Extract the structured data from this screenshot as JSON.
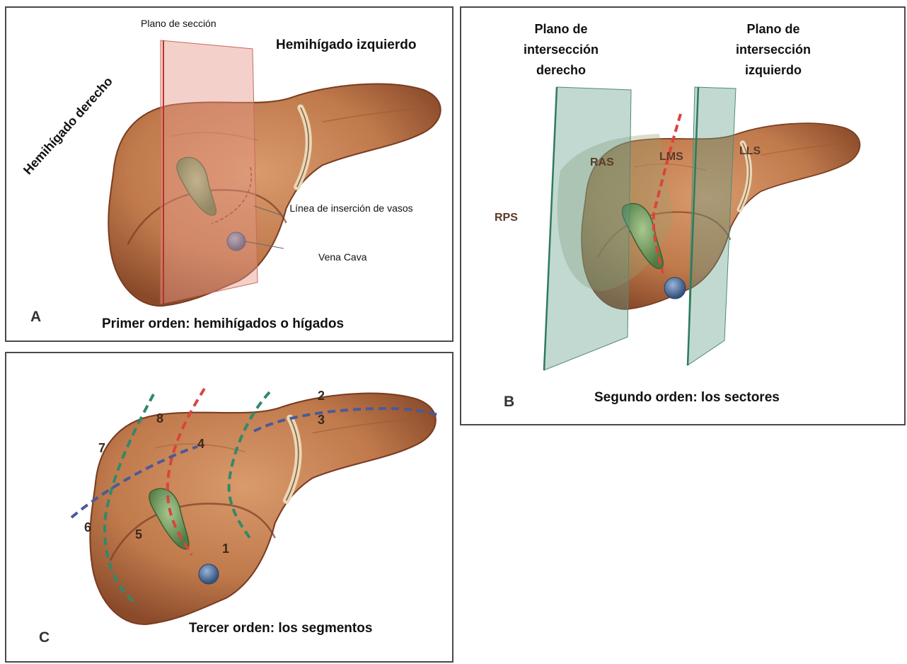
{
  "panel_a": {
    "letter": "A",
    "plane_label": "Plano de sección",
    "left_liver": "Hemihígado izquierdo",
    "right_liver": "Hemihígado derecho",
    "insertion_line": "Línea de inserción de vasos",
    "vena_cava": "Vena Cava",
    "caption": "Primer orden: hemihígados o hígados"
  },
  "panel_b": {
    "letter": "B",
    "right_plane": "Plano de intersección derecho",
    "left_plane": "Plano de intersección izquierdo",
    "sectors": {
      "rps": "RPS",
      "ras": "RAS",
      "lms": "LMS",
      "lls": "LLS"
    },
    "caption": "Segundo orden: los sectores"
  },
  "panel_c": {
    "letter": "C",
    "segments": {
      "s1": "1",
      "s2": "2",
      "s3": "3",
      "s4": "4",
      "s5": "5",
      "s6": "6",
      "s7": "7",
      "s8": "8"
    },
    "caption": "Tercer orden: los segmentos"
  },
  "colors": {
    "liver": "#c07a4c",
    "liver_dark": "#8a4a2a",
    "gallbladder": "#6f9a5c",
    "vena_cava": "#4e6f9e",
    "section_plane": "#e59a8a",
    "intersection_plane": "#5f9c8a",
    "red_line": "#d9453c",
    "green_line": "#2f8a6a",
    "blue_line": "#4b5a98"
  }
}
